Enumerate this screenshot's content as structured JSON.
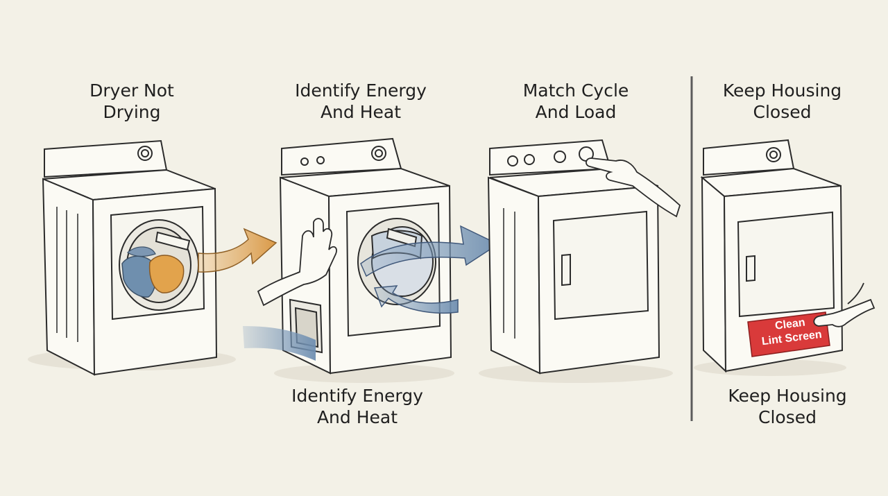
{
  "steps": [
    {
      "title_line1": "Dryer Not",
      "title_line2": "Drying"
    },
    {
      "title_line1": "Identify Energy",
      "title_line2": "And Heat"
    },
    {
      "title_line1": "Match Cycle",
      "title_line2": "And Load"
    },
    {
      "title_line1": "Keep Housing",
      "title_line2": "Closed"
    }
  ],
  "captions": [
    {
      "line1": "Identify Energy",
      "line2": "And Heat"
    },
    {
      "line1": "Keep Housing",
      "line2": "Closed"
    }
  ],
  "lint_sign": {
    "line1": "Clean",
    "line2": "Lint Screen"
  },
  "colors": {
    "background": "#f3f1e7",
    "ink": "#2b2b2b",
    "appliance_fill": "#fbfaf4",
    "heat_arrow": "#e3b06a",
    "air_arrow": "#7f9cbc",
    "sign_red": "#d93a3a",
    "clothes_blue": "#6f8fae",
    "clothes_orange": "#e2a34c"
  }
}
